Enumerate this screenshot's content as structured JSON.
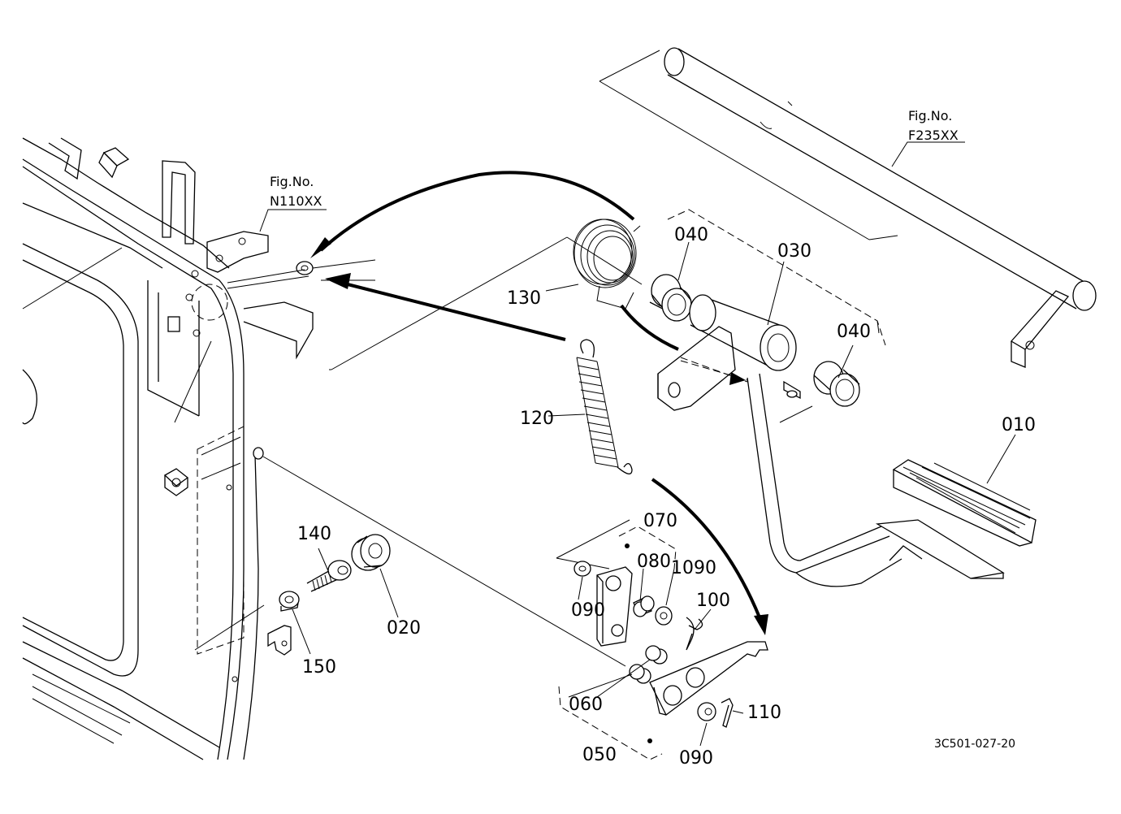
{
  "figure_refs": [
    {
      "id": "ref-f235",
      "line1": "Fig.No.",
      "line2": "F235XX"
    },
    {
      "id": "ref-n110",
      "line1": "Fig.No.",
      "line2": "N110XX"
    }
  ],
  "parts": {
    "p010": "010",
    "p020": "020",
    "p030": "030",
    "p040a": "040",
    "p040b": "040",
    "p050": "050",
    "p060": "060",
    "p070": "070",
    "p080": "080",
    "p090a": "090",
    "p090b": "1090",
    "p090c": "090",
    "p100": "100",
    "p110": "110",
    "p120": "120",
    "p130": "130",
    "p140": "140",
    "p150": "150"
  },
  "drawing_code": "3C501-027-20"
}
